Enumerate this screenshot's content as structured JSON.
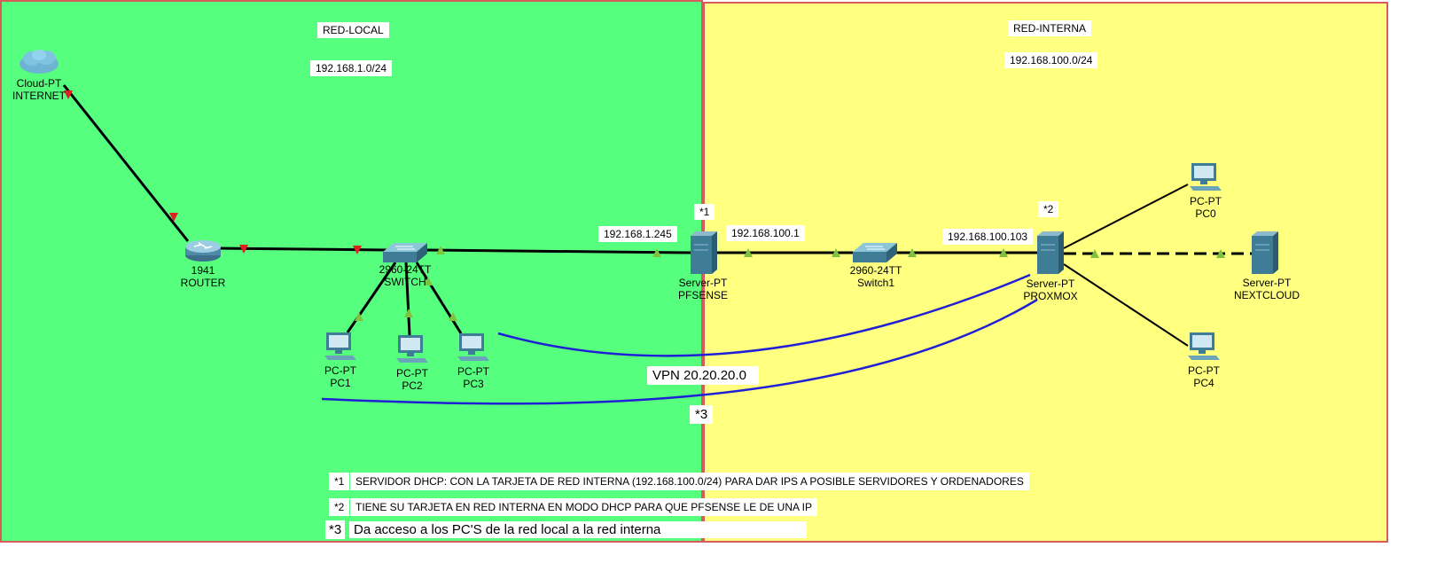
{
  "zones": {
    "local": {
      "title": "RED-LOCAL",
      "subnet": "192.168.1.0/24",
      "color": "#57ff7f"
    },
    "internal": {
      "title": "RED-INTERNA",
      "subnet": "192.168.100.0/24",
      "color": "#ffff80"
    }
  },
  "devices": {
    "cloud": {
      "model": "Cloud-PT",
      "name": "INTERNET",
      "icon": "cloud-icon"
    },
    "router": {
      "model": "1941",
      "name": "ROUTER",
      "icon": "router-icon"
    },
    "switch": {
      "model": "2960-24TT",
      "name": "SWITCH",
      "icon": "switch-icon"
    },
    "pc1": {
      "model": "PC-PT",
      "name": "PC1",
      "icon": "pc-icon"
    },
    "pc2": {
      "model": "PC-PT",
      "name": "PC2",
      "icon": "pc-icon"
    },
    "pc3": {
      "model": "PC-PT",
      "name": "PC3",
      "icon": "pc-icon"
    },
    "pfsense": {
      "model": "Server-PT",
      "name": "PFSENSE",
      "icon": "server-icon"
    },
    "switch1": {
      "model": "2960-24TT",
      "name": "Switch1",
      "icon": "switch-icon"
    },
    "proxmox": {
      "model": "Server-PT",
      "name": "PROXMOX",
      "icon": "server-icon"
    },
    "pc0": {
      "model": "PC-PT",
      "name": "PC0",
      "icon": "pc-icon"
    },
    "pc4": {
      "model": "PC-PT",
      "name": "PC4",
      "icon": "pc-icon"
    },
    "nextcloud": {
      "model": "Server-PT",
      "name": "NEXTCLOUD",
      "icon": "server-icon"
    }
  },
  "ip_labels": {
    "pfsense_lan": "192.168.1.245",
    "pfsense_internal": "192.168.100.1",
    "proxmox": "192.168.100.103"
  },
  "markers": {
    "m1": "*1",
    "m2": "*2",
    "m3": "*3"
  },
  "vpn_label": "VPN 20.20.20.0",
  "notes": [
    {
      "marker": "*1",
      "text": "SERVIDOR DHCP: CON LA TARJETA DE RED INTERNA (192.168.100.0/24) PARA DAR IPS A  POSIBLE SERVIDORES Y ORDENADORES"
    },
    {
      "marker": "*2",
      "text": "TIENE SU TARJETA EN RED INTERNA EN MODO DHCP PARA QUE PFSENSE LE DE UNA IP"
    },
    {
      "marker": "*3",
      "text": "Da acceso a los PC'S de la red local a la red interna"
    }
  ],
  "colors": {
    "link": "#000000",
    "vpn": "#1f1fd6",
    "port_up": "#7fc241",
    "port_down": "#e01f1f",
    "border": "#d85b5b"
  }
}
